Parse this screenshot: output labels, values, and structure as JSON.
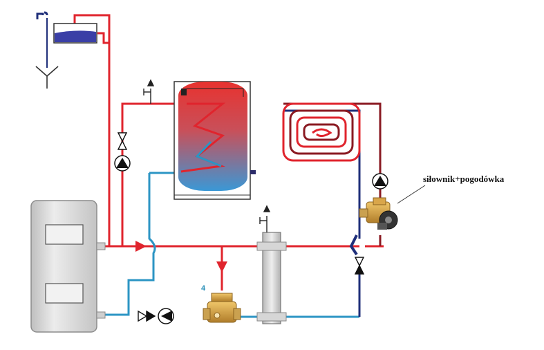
{
  "labels": {
    "actuator_controller": "siłownik+pogodówka",
    "valve_number": "4"
  },
  "colors": {
    "supply_hot": "#e0242d",
    "dark_supply": "#8a1a22",
    "return_cold": "#2c95c4",
    "return_dark": "#1f2f7a",
    "boiler_body": "#d9d9d9",
    "tank_hot": "#e8322f",
    "tank_cold": "#3a98d6",
    "valve_brass": "#d9a64a",
    "pump_black": "#111111"
  },
  "components": [
    "expansion-vessel",
    "boiler",
    "hot-water-tank",
    "floor-heating-coil",
    "hydraulic-separator",
    "three-way-valve",
    "mixing-valve-with-actuator",
    "circulation-pumps",
    "check-valves",
    "air-vents",
    "drain-funnel"
  ]
}
